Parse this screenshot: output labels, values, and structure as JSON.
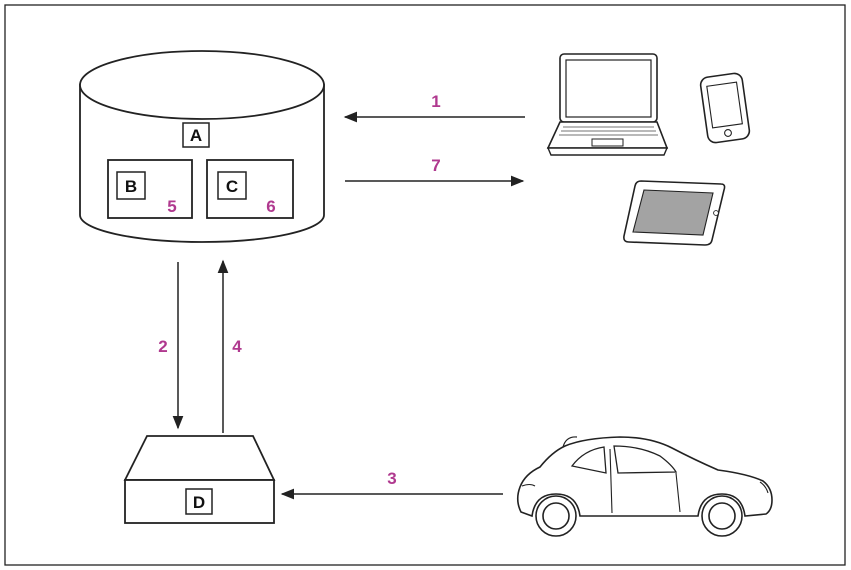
{
  "colors": {
    "step_label": "#b0398f",
    "line": "#222222",
    "screen": "#9a9a9a"
  },
  "nodes": {
    "a": "A",
    "b": "B",
    "c": "C",
    "d": "D"
  },
  "steps": {
    "s1": "1",
    "s2": "2",
    "s3": "3",
    "s4": "4",
    "s5": "5",
    "s6": "6",
    "s7": "7"
  },
  "icons": [
    "database-cylinder",
    "laptop-icon",
    "smartphone-icon",
    "tablet-icon",
    "device-box",
    "car-icon"
  ]
}
